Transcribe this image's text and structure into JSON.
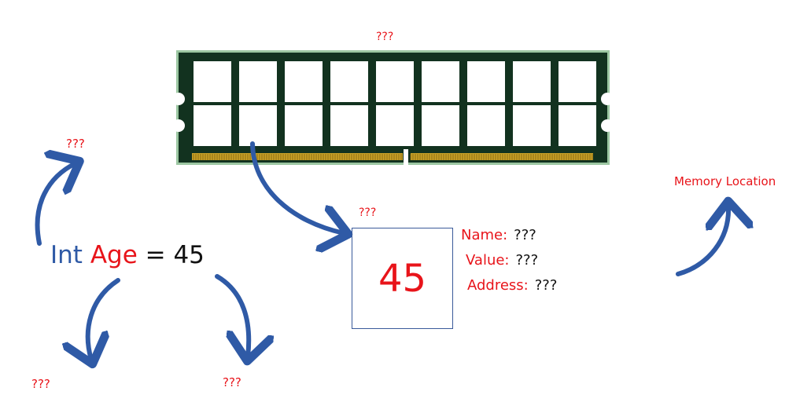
{
  "ram_label": "???",
  "left_top_label": "???",
  "cell_label": "???",
  "memory_location_label": "Memory Location",
  "bottom_left_label": "???",
  "bottom_mid_label": "???",
  "code": {
    "type": "Int",
    "name": "Age",
    "rest": " = 45"
  },
  "cell_value": "45",
  "info": {
    "name_key": "Name:",
    "name_value": "???",
    "value_key": "Value:",
    "value_value": "???",
    "address_key": "Address:",
    "address_value": "???"
  },
  "colors": {
    "label_red": "#e8141a",
    "arrow_blue": "#2f5aa6",
    "pcb_green": "#12321f",
    "contact_gold": "#c9a227"
  }
}
